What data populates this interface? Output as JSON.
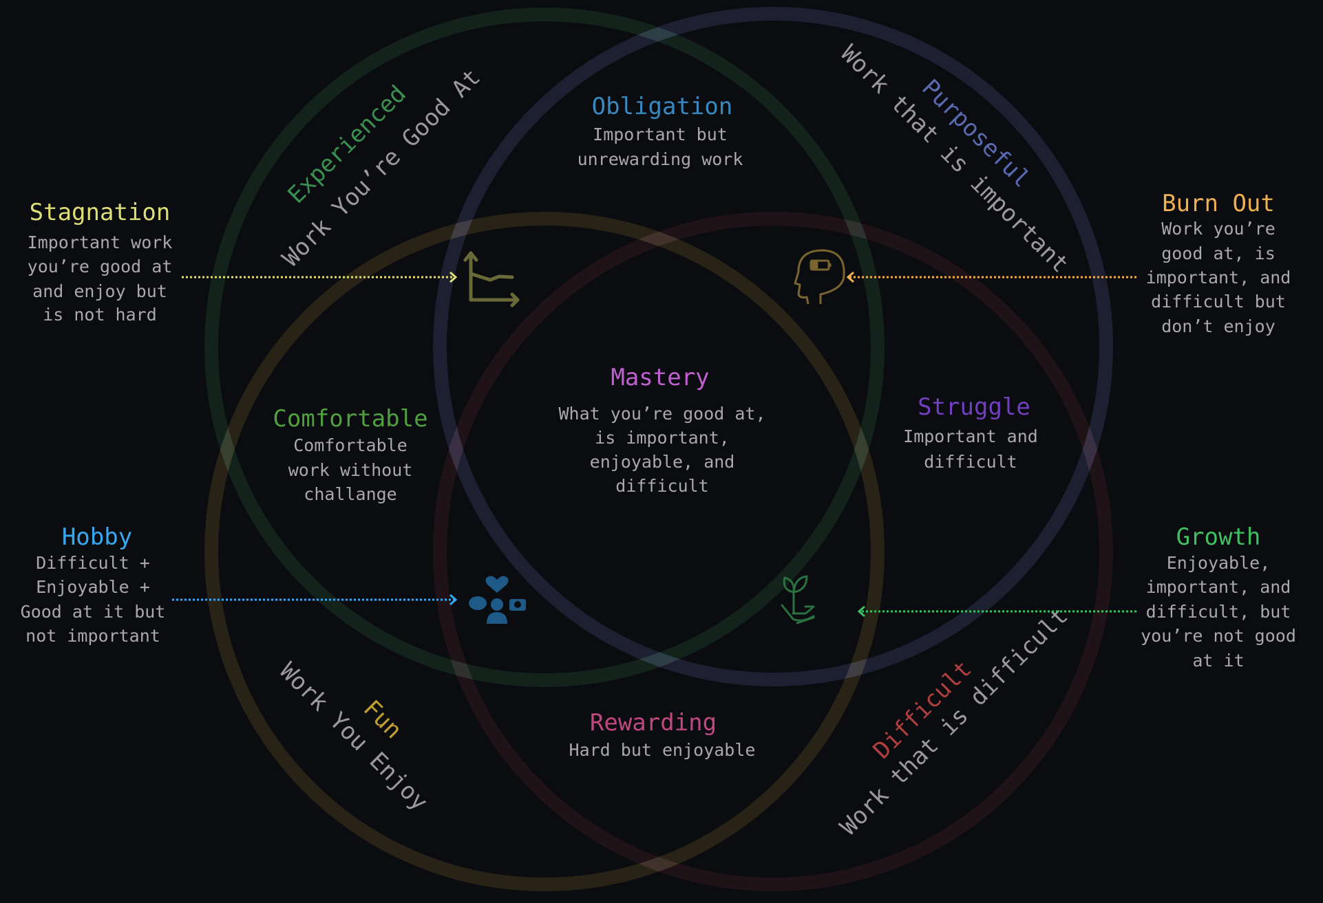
{
  "colors": {
    "background": "#0a0c10",
    "good_at": "#14241c",
    "important": "#1e2233",
    "enjoy": "#2a2418",
    "difficult": "#221418",
    "body_text": "#a9a9a9"
  },
  "circles": {
    "good_at": {
      "label": "Experienced",
      "caption": "Work You’re Good At",
      "color": "#3a9050"
    },
    "important": {
      "label": "Purposeful",
      "caption": "Work that is important",
      "color": "#5a6ab0"
    },
    "enjoy": {
      "label": "Fun",
      "caption": "Work You Enjoy",
      "color": "#c0a030"
    },
    "difficult": {
      "label": "Difficult",
      "caption": "Work that is difficult",
      "color": "#b04040"
    }
  },
  "regions": {
    "obligation": {
      "title": "Obligation",
      "lines": [
        "Important but",
        "unrewarding work"
      ],
      "color": "#3a88c0"
    },
    "mastery": {
      "title": "Mastery",
      "lines": [
        "What you’re good at,",
        "is important,",
        "enjoyable, and",
        "difficult"
      ],
      "color": "#c060d0"
    },
    "comfortable": {
      "title": "Comfortable",
      "lines": [
        "Comfortable",
        "work without",
        "challange"
      ],
      "color": "#50a040"
    },
    "struggle": {
      "title": "Struggle",
      "lines": [
        "Important and",
        "difficult"
      ],
      "color": "#7040c0"
    },
    "rewarding": {
      "title": "Rewarding",
      "lines": [
        "Hard but enjoyable"
      ],
      "color": "#c04880"
    }
  },
  "callouts": {
    "stagnation": {
      "title": "Stagnation",
      "lines": [
        "Important work",
        "you’re good at",
        "and enjoy but",
        "is not hard"
      ],
      "color": "#dede78",
      "icon": "chart-plateau-icon"
    },
    "burnout": {
      "title": "Burn Out",
      "lines": [
        "Work you’re",
        "good at, is",
        "important, and",
        "difficult but",
        "don’t enjoy"
      ],
      "color": "#f0b050",
      "icon": "head-low-battery-icon"
    },
    "hobby": {
      "title": "Hobby",
      "lines": [
        "Difficult +",
        "Enjoyable +",
        "Good at it but",
        "not important"
      ],
      "color": "#3aa8f0",
      "icon": "hobby-person-icon"
    },
    "growth": {
      "title": "Growth",
      "lines": [
        "Enjoyable,",
        "important, and",
        "difficult, but",
        "you’re not good",
        "at it"
      ],
      "color": "#40c060",
      "icon": "plant-in-hand-icon"
    }
  }
}
